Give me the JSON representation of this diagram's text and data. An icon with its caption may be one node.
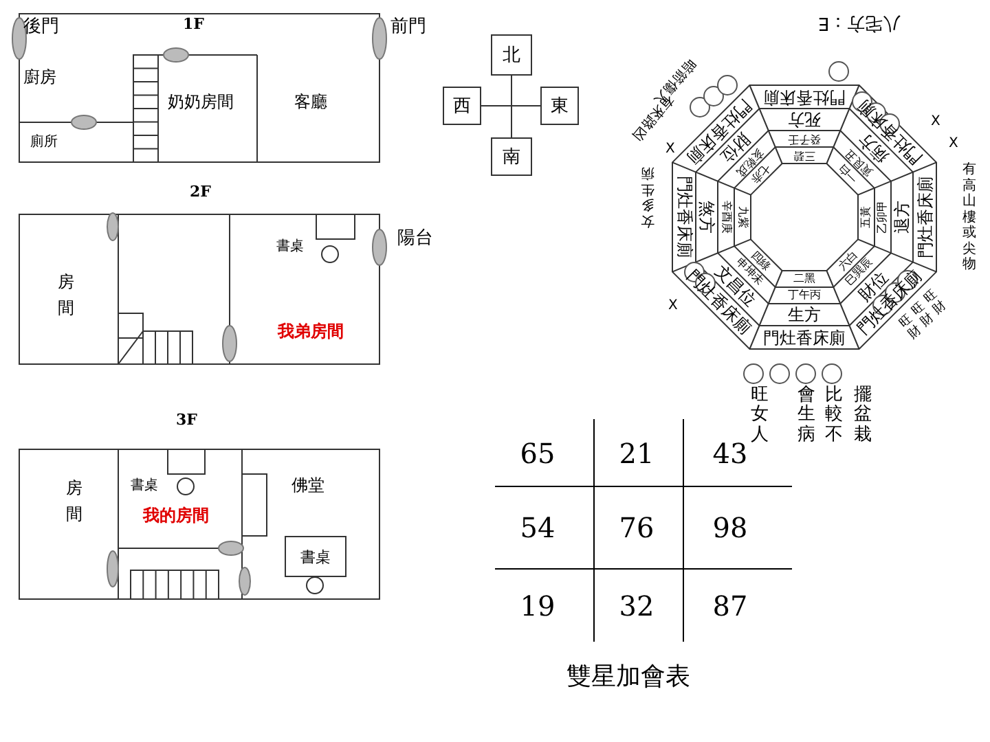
{
  "diagram": {
    "nodes": [
      {
        "text": [
          "1F"
        ]
      },
      {
        "text": [
          "2F"
        ]
      },
      {
        "text": [
          "3F"
        ]
      },
      {
        "text": [
          "書桌"
        ],
        "in": 2
      },
      {
        "text": [
          "北"
        ]
      },
      {
        "text": [
          "西"
        ]
      },
      {
        "text": [
          "東"
        ]
      },
      {
        "text": [
          "南"
        ]
      }
    ],
    "edges": [
      {
        "from": 4,
        "to": 7,
        "arrow": "none"
      },
      {
        "from": 5,
        "to": 6,
        "arrow": "none"
      }
    ],
    "labels": [
      "後門",
      "前門",
      "廚房",
      "奶奶房間",
      "客廳",
      "廁所",
      "書桌",
      "陽台",
      "房間",
      "我弟房間",
      "房間",
      "書桌",
      "佛堂",
      "我的房間",
      "八宅方：E",
      "門灶香床廁",
      "門灶香床廁",
      "門灶香床廁",
      "門灶香床廁",
      "門灶香床廁",
      "門灶香床廁",
      "門灶香床廁",
      "門灶香床廁",
      "生方",
      "財位",
      "退方",
      "病方",
      "死方",
      "財位",
      "煞方",
      "文昌位",
      "丁午丙",
      "巳巽辰",
      "乙卯甲",
      "寅艮丑",
      "癸子壬",
      "亥乾戌",
      "辛酉庚",
      "申坤未",
      "二黑",
      "六白",
      "五黃",
      "一白",
      "三碧",
      "七赤",
      "九紫",
      "四綠",
      "旺女人",
      "會生病",
      "比較不",
      "擺盆栽",
      "旺財",
      "旺財",
      "旺財",
      "有高山樓或尖物",
      "女多生病",
      "有來路凶",
      "暗箭傷人",
      "X",
      "X",
      "X",
      "X",
      "65",
      "21",
      "43",
      "54",
      "76",
      "98",
      "19",
      "32",
      "87",
      "雙星加會表"
    ]
  }
}
